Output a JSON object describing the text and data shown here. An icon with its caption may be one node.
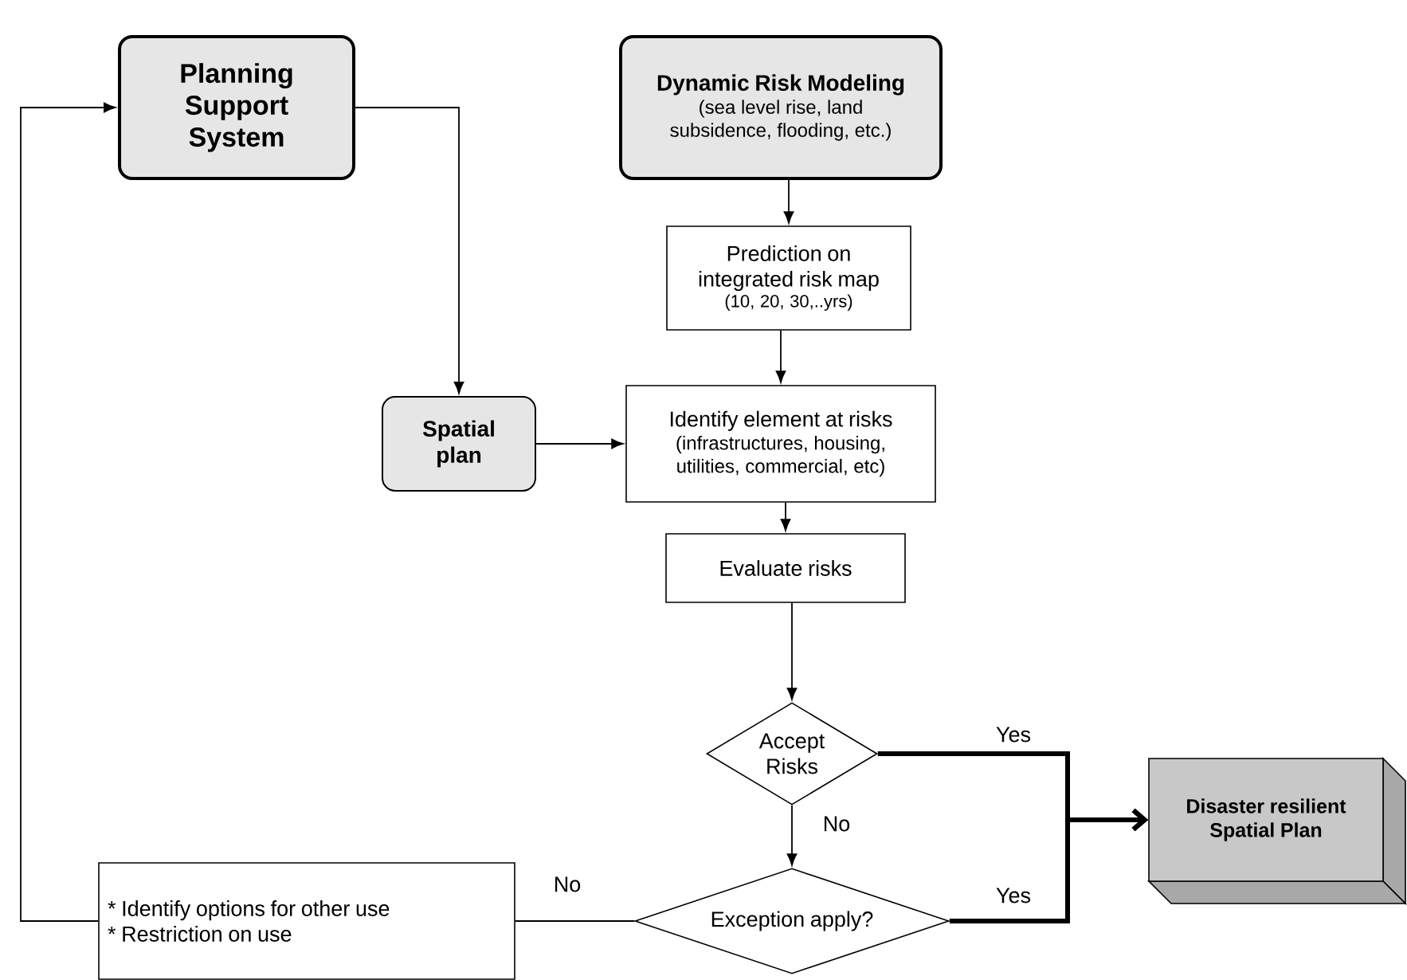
{
  "diagram": {
    "nodes": [
      {
        "text": [
          "Planning Support System"
        ]
      },
      {
        "text": [
          "Dynamic Risk Modeling",
          "(sea level rise, land subsidence, flooding, etc.)"
        ]
      },
      {
        "text": [
          "Prediction on integrated risk map",
          "(10, 20, 30,..yrs)"
        ]
      },
      {
        "text": [
          "Spatial plan"
        ]
      },
      {
        "text": [
          "Identify element at risks",
          "(infrastructures, housing, utilities, commercial, etc)"
        ]
      },
      {
        "text": [
          "Evaluate risks"
        ]
      },
      {
        "text": [
          "Accept Risks"
        ]
      },
      {
        "text": [
          "Exception apply?"
        ]
      },
      {
        "text": [
          "Disaster resilient Spatial Plan"
        ]
      },
      {
        "text": [
          "* Identify options for other use",
          "* Restriction on use"
        ]
      }
    ],
    "edges": [
      {
        "from": 0,
        "to": 3,
        "arrow": "to"
      },
      {
        "from": 1,
        "to": 2,
        "arrow": "to"
      },
      {
        "from": 2,
        "to": 4,
        "arrow": "to"
      },
      {
        "from": 3,
        "to": 4,
        "arrow": "to"
      },
      {
        "from": 4,
        "to": 5,
        "arrow": "to"
      },
      {
        "from": 5,
        "to": 6,
        "arrow": "to"
      },
      {
        "from": 6,
        "to": 7,
        "arrow": "to",
        "label": "No"
      },
      {
        "from": 6,
        "to": 8,
        "arrow": "to",
        "label": "Yes",
        "style": "thick"
      },
      {
        "from": 7,
        "to": 8,
        "arrow": "to",
        "label": "Yes",
        "style": "thick"
      },
      {
        "from": 7,
        "to": 9,
        "arrow": "none",
        "label": "No"
      },
      {
        "from": 9,
        "to": 0,
        "arrow": "to"
      }
    ]
  }
}
